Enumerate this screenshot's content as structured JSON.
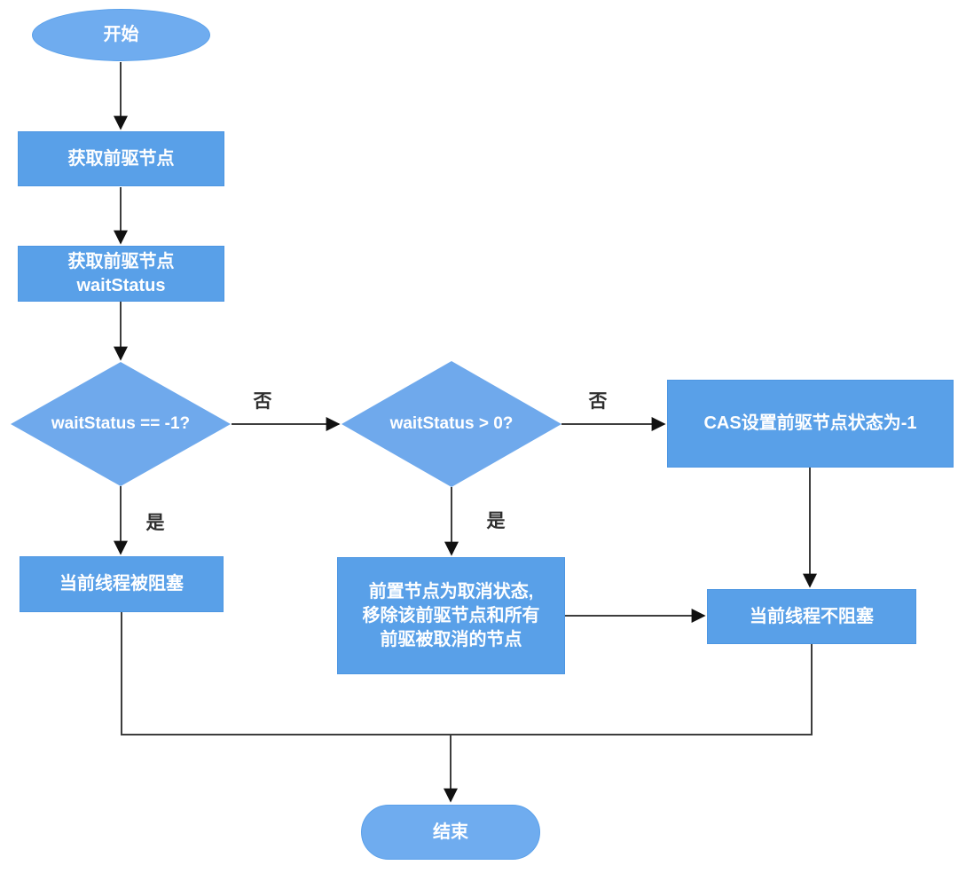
{
  "flowchart": {
    "nodes": {
      "start": {
        "label": "开始",
        "shape": "terminator"
      },
      "get_pred": {
        "label": "获取前驱节点",
        "shape": "process"
      },
      "get_wait_status": {
        "label": "获取前驱节点\nwaitStatus",
        "shape": "process"
      },
      "check_eq_minus1": {
        "label": "waitStatus == -1?",
        "shape": "decision"
      },
      "check_gt_0": {
        "label": "waitStatus > 0?",
        "shape": "decision"
      },
      "cas_set_minus1": {
        "label": "CAS设置前驱节点状态为-1",
        "shape": "process"
      },
      "thread_blocked": {
        "label": "当前线程被阻塞",
        "shape": "process"
      },
      "remove_cancelled": {
        "label": "前置节点为取消状态,\n移除该前驱节点和所有\n前驱被取消的节点",
        "shape": "process"
      },
      "thread_not_blocked": {
        "label": "当前线程不阻塞",
        "shape": "process"
      },
      "end": {
        "label": "结束",
        "shape": "terminator"
      }
    },
    "edge_labels": {
      "eq_minus1_no": "否",
      "eq_minus1_yes": "是",
      "gt_0_no": "否",
      "gt_0_yes": "是"
    },
    "colors": {
      "process_fill": "#59A0E8",
      "decision_fill": "#6FA9EC",
      "terminator_fill": "#6FACEF",
      "node_text": "#FFFFFF",
      "line": "#3D3D3D",
      "arrowhead": "#111111",
      "edge_label_text": "#2F2F2F",
      "background": "#FFFFFF"
    }
  }
}
